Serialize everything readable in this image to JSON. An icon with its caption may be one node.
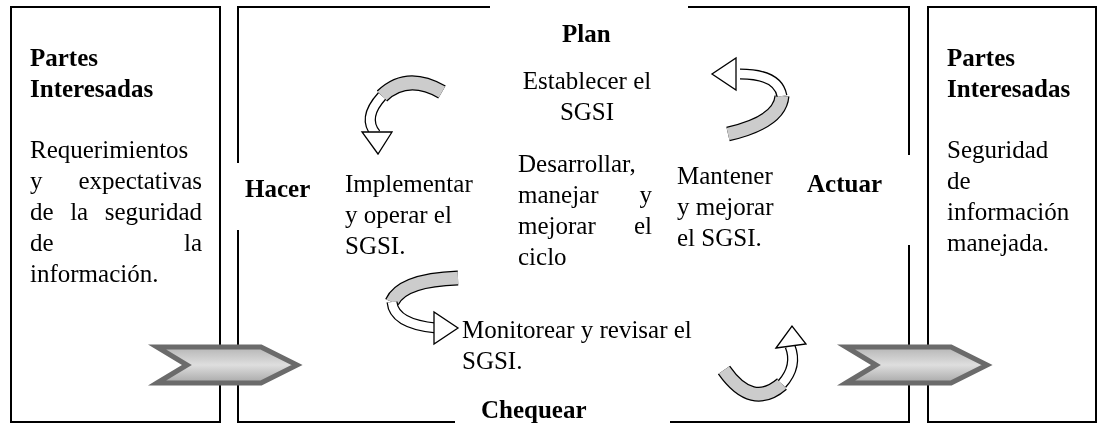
{
  "diagram": {
    "nodes": [
      {
        "text": [
          "Partes Interesadas",
          "Requerimientos y expectativas de la seguridad de la información."
        ]
      },
      {
        "text": [
          "Plan",
          "Establecer el SGSI",
          "Hacer",
          "Implementar y operar el SGSI.",
          "Desarrollar, manejar y mejorar el ciclo",
          "Mantener y mejorar el SGSI.",
          "Actuar",
          "Monitorear y revisar el SGSI.",
          "Chequear"
        ]
      },
      {
        "text": [
          "Partes Interesadas",
          "Seguridad de información manejada."
        ]
      }
    ],
    "edges": [
      {
        "from": 0,
        "to": 1,
        "arrow": "to"
      },
      {
        "from": 1,
        "to": 2,
        "arrow": "to"
      }
    ]
  }
}
